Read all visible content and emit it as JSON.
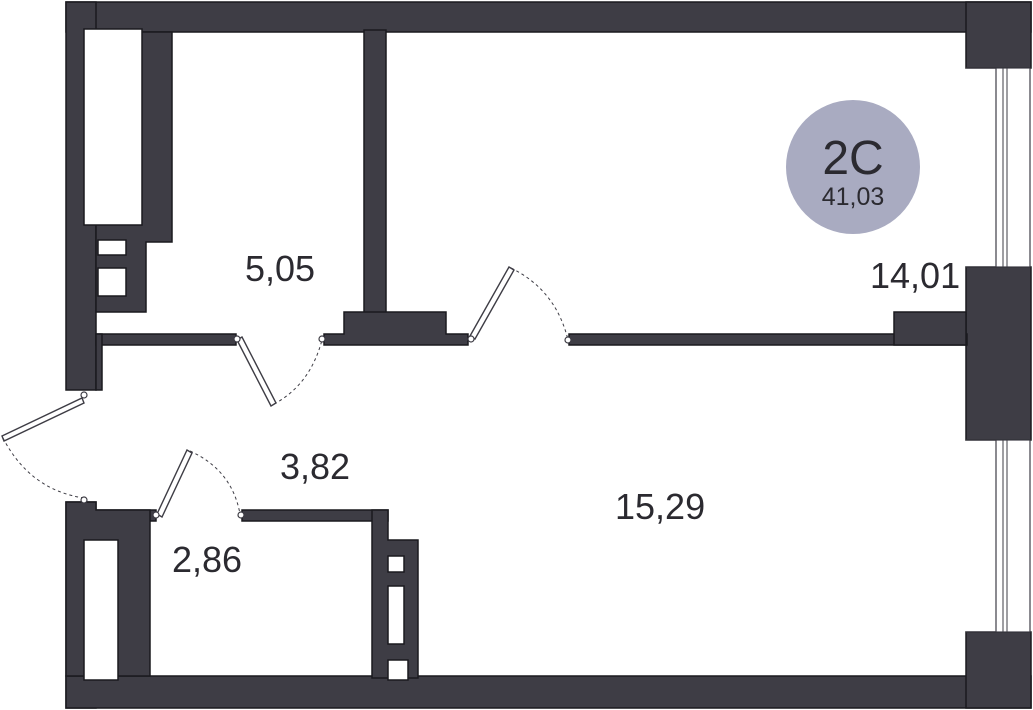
{
  "apartment": {
    "type": "2С",
    "total_area": "41,03",
    "badge_color": "#a9abc1"
  },
  "rooms": [
    {
      "id": "room",
      "area": "14,01"
    },
    {
      "id": "storage",
      "area": "5,05"
    },
    {
      "id": "hallway",
      "area": "3,82"
    },
    {
      "id": "kitchen-living",
      "area": "15,29"
    },
    {
      "id": "bathroom",
      "area": "2,86"
    }
  ],
  "colors": {
    "wall": "#3e3d45",
    "background": "#ffffff",
    "text": "#2b2a30"
  }
}
